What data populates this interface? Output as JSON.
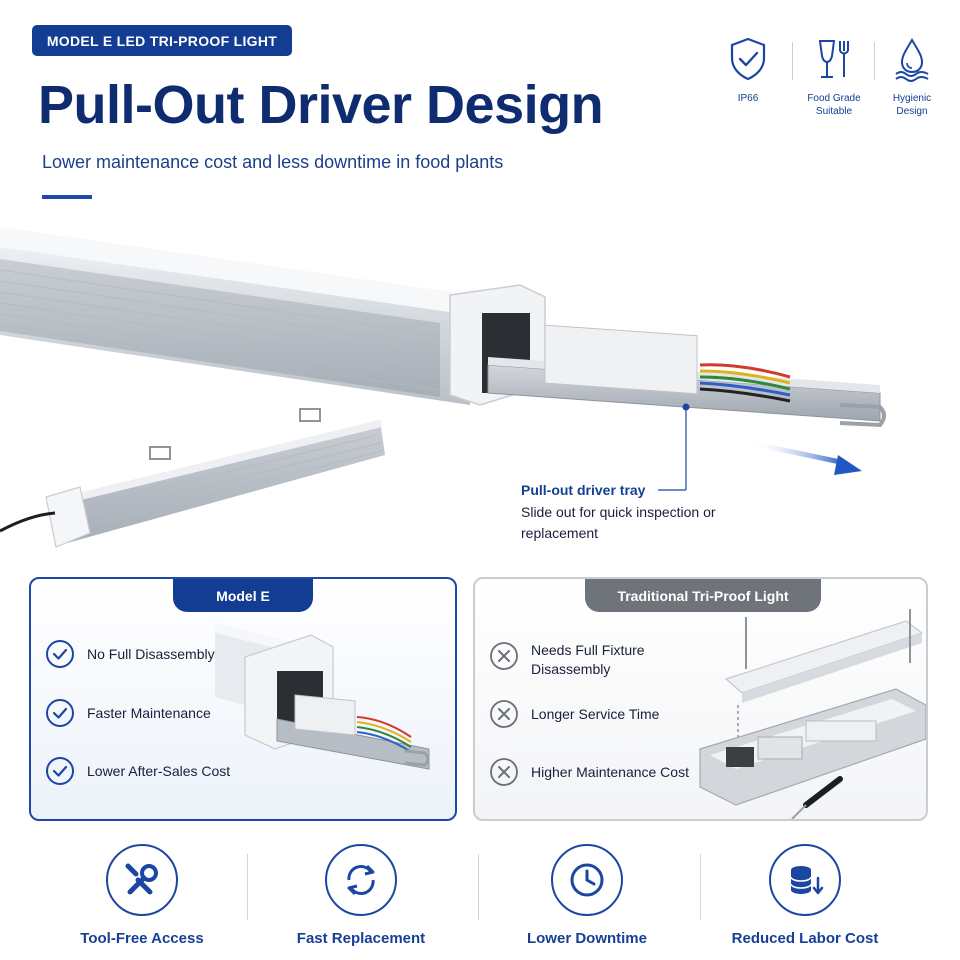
{
  "header": {
    "badge": "MODEL E LED TRI-PROOF LIGHT",
    "title": "Pull-Out Driver Design",
    "subtitle": "Lower maintenance cost and less downtime in food plants"
  },
  "certifications": [
    {
      "icon": "shield-check-icon",
      "label": "IP66"
    },
    {
      "icon": "fork-glass-icon",
      "label": "Food Grade Suitable"
    },
    {
      "icon": "water-drop-icon",
      "label": "Hygienic Design"
    }
  ],
  "callout": {
    "title": "Pull-out driver tray",
    "text": "Slide out for quick inspection or replacement"
  },
  "comparison": {
    "model_e": {
      "tab": "Model E",
      "features": [
        "No Full Disassembly",
        "Faster Maintenance",
        "Lower After-Sales Cost"
      ]
    },
    "traditional": {
      "tab": "Traditional Tri-Proof Light",
      "features": [
        "Needs Full Fixture Disassembly",
        "Longer Service Time",
        "Higher Maintenance Cost"
      ]
    }
  },
  "benefits": [
    {
      "icon": "tools-icon",
      "label": "Tool-Free Access"
    },
    {
      "icon": "refresh-icon",
      "label": "Fast Replacement"
    },
    {
      "icon": "clock-icon",
      "label": "Lower Downtime"
    },
    {
      "icon": "coins-down-icon",
      "label": "Reduced Labor Cost"
    }
  ],
  "colors": {
    "brand_blue": "#123d92",
    "headline_blue": "#0f2c70",
    "gray_tab": "#6f737a"
  }
}
